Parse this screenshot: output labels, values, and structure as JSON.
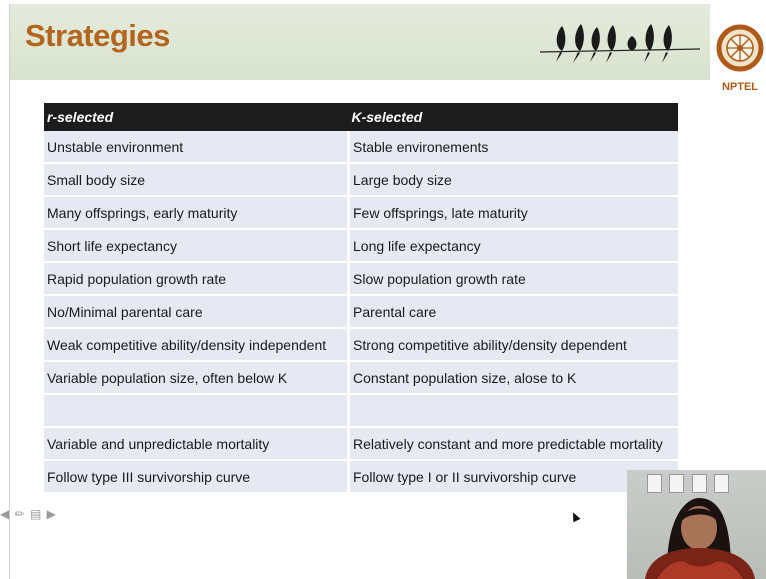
{
  "slide": {
    "title": "Strategies",
    "logo_text": "NPTEL",
    "columns": [
      "r-selected",
      "K-selected"
    ],
    "rows": [
      [
        "Unstable environment",
        "Stable environements"
      ],
      [
        "Small body size",
        "Large body size"
      ],
      [
        "Many offsprings, early maturity",
        "Few offsprings, late maturity"
      ],
      [
        "Short life expectancy",
        "Long life expectancy"
      ],
      [
        "Rapid population growth rate",
        "Slow population growth rate"
      ],
      [
        "No/Minimal parental care",
        "Parental care"
      ],
      [
        "Weak competitive ability/density independent",
        "Strong competitive ability/density dependent"
      ],
      [
        "Variable population size, often below K",
        "Constant population size, alose to K"
      ],
      [
        "",
        ""
      ],
      [
        "Variable and unpredictable mortality",
        "Relatively constant and more predictable mortality"
      ],
      [
        "Follow type III survivorship curve",
        "Follow type I or II survivorship curve"
      ]
    ]
  },
  "nav_icons": [
    "arrow-left-icon",
    "pen-icon",
    "menu-icon",
    "arrow-right-icon"
  ],
  "colors": {
    "title": "#b3651d",
    "header_bg": "#dce4d3",
    "table_header_bg": "#1c1c1c",
    "table_row_bg": "#e6e9f2"
  }
}
